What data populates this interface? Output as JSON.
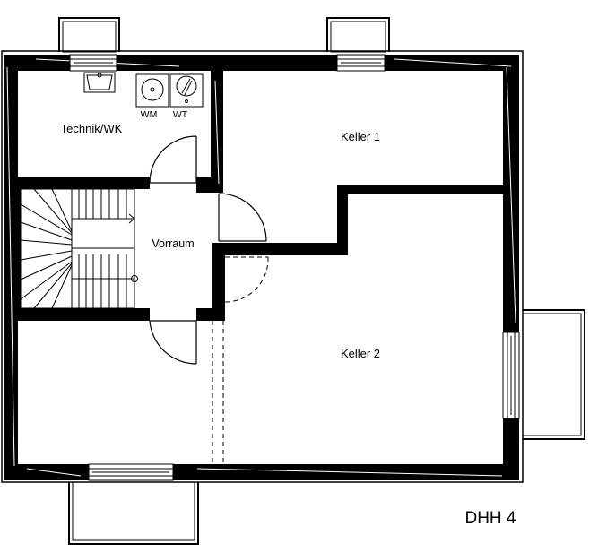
{
  "rooms": {
    "technik": "Technik/WK",
    "keller1": "Keller 1",
    "keller2": "Keller 2",
    "vorraum": "Vorraum"
  },
  "fixtures": {
    "washer": "WM",
    "dryer": "WT"
  },
  "plan_label": "DHH 4",
  "colors": {
    "wall": "#000000",
    "background": "#ffffff",
    "line": "#000000"
  }
}
